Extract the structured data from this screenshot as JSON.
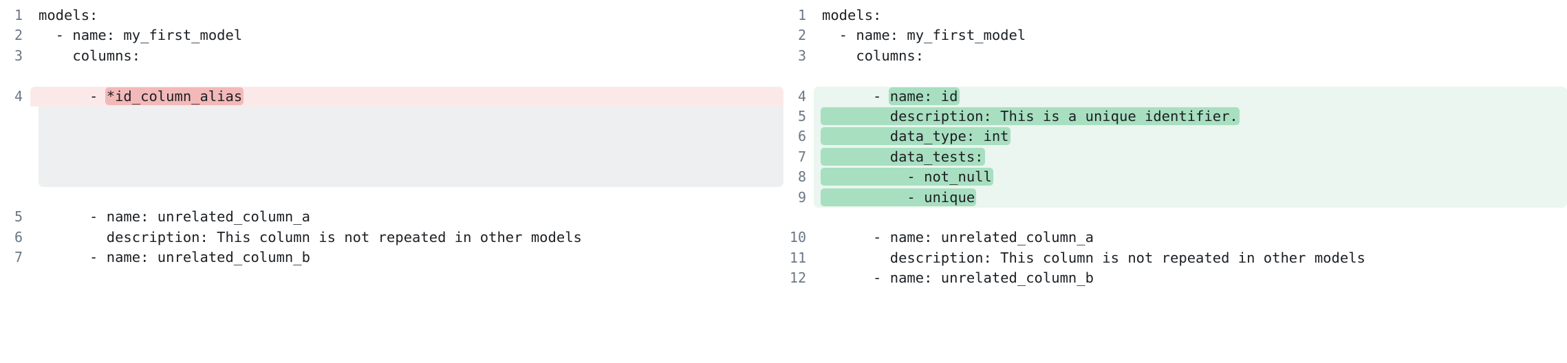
{
  "view": {
    "type": "side-by-side-diff",
    "language": "yaml",
    "colors": {
      "deletion_block_bg": "#fbe9e9",
      "deletion_token_bg": "#f3b9b9",
      "addition_block_bg": "#eaf6ef",
      "addition_token_bg": "#a8dfc1",
      "filler_bg": "#eeeff1",
      "line_number_color": "#6b7784",
      "code_color": "#1b1f23",
      "page_bg": "#ffffff"
    }
  },
  "left": {
    "lines": [
      {
        "number": "1",
        "text": "models:",
        "kind": "plain"
      },
      {
        "number": "2",
        "text": "  - name: my_first_model",
        "kind": "plain"
      },
      {
        "number": "3",
        "text": "    columns:",
        "kind": "plain"
      },
      {
        "number": "4",
        "pre": "      - ",
        "token": "*id_column_alias",
        "post": "",
        "kind": "deletion"
      },
      {
        "number": "5",
        "text": "      - name: unrelated_column_a",
        "kind": "plain"
      },
      {
        "number": "6",
        "text": "        description: This column is not repeated in other models",
        "kind": "plain"
      },
      {
        "number": "7",
        "text": "      - name: unrelated_column_b",
        "kind": "plain"
      }
    ]
  },
  "right": {
    "lines": [
      {
        "number": "1",
        "text": "models:",
        "kind": "plain"
      },
      {
        "number": "2",
        "text": "  - name: my_first_model",
        "kind": "plain"
      },
      {
        "number": "3",
        "text": "    columns:",
        "kind": "plain"
      },
      {
        "number": "4",
        "pre": "      - ",
        "token": "name: id",
        "post": "",
        "kind": "addition"
      },
      {
        "number": "5",
        "pre": "",
        "token": "        description: This is a unique identifier.",
        "post": "",
        "kind": "addition"
      },
      {
        "number": "6",
        "pre": "",
        "token": "        data_type: int",
        "post": "",
        "kind": "addition"
      },
      {
        "number": "7",
        "pre": "",
        "token": "        data_tests:",
        "post": "",
        "kind": "addition"
      },
      {
        "number": "8",
        "pre": "",
        "token": "          - not_null",
        "post": "",
        "kind": "addition"
      },
      {
        "number": "9",
        "pre": "",
        "token": "          - unique",
        "post": "",
        "kind": "addition"
      },
      {
        "number": "10",
        "text": "      - name: unrelated_column_a",
        "kind": "plain"
      },
      {
        "number": "11",
        "text": "        description: This column is not repeated in other models",
        "kind": "plain"
      },
      {
        "number": "12",
        "text": "      - name: unrelated_column_b",
        "kind": "plain"
      }
    ]
  }
}
